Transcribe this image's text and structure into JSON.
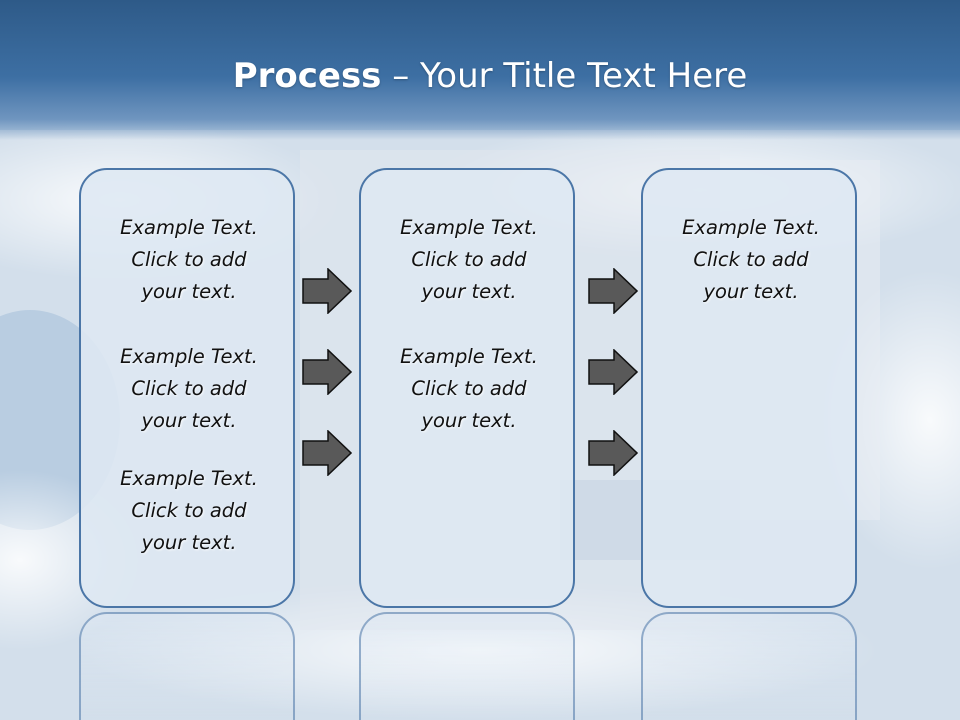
{
  "title": {
    "bold": "Process",
    "rest": " – Your Title Text Here"
  },
  "columns": [
    {
      "items": [
        [
          "Example Text.",
          "Click  to add",
          "your text."
        ],
        [
          "Example Text.",
          "Click  to add",
          "your text."
        ],
        [
          "Example Text.",
          "Click  to add",
          "your text."
        ]
      ]
    },
    {
      "items": [
        [
          "Example Text.",
          "Click  to add",
          "your text."
        ],
        [
          "Example Text.",
          "Click  to add",
          "your text."
        ]
      ]
    },
    {
      "items": [
        [
          "Example Text.",
          "Click  to add",
          "your text."
        ]
      ]
    }
  ],
  "colors": {
    "title_band": "#3d6fa3",
    "box_border": "#4b76a7",
    "box_fill": "#dee8f3",
    "arrow_fill": "#595959"
  }
}
